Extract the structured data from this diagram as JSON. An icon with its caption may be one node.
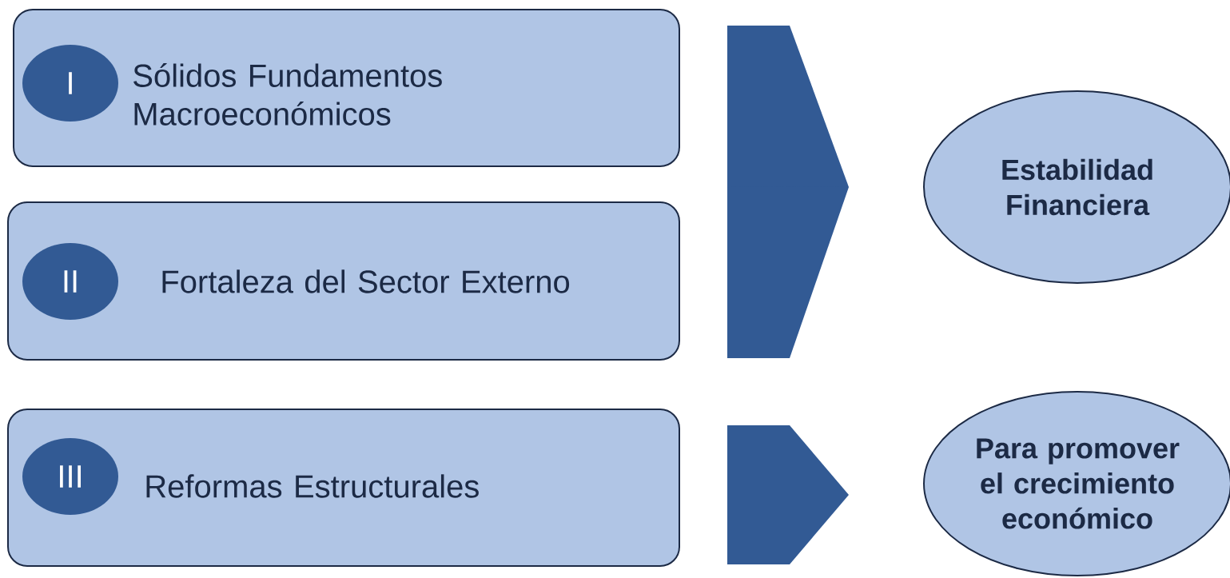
{
  "diagram": {
    "nodes": [
      {
        "text": [
          "Sólidos Fundamentos Macroeconómicos"
        ]
      },
      {
        "text": [
          "I"
        ],
        "in": 0
      },
      {
        "text": [
          "Fortaleza del Sector Externo"
        ]
      },
      {
        "text": [
          "II"
        ],
        "in": 2
      },
      {
        "text": [
          "Reformas Estructurales"
        ]
      },
      {
        "text": [
          "III"
        ],
        "in": 4
      },
      {
        "text": [
          "Estabilidad Financiera"
        ]
      },
      {
        "text": [
          "Para promover el crecimiento económico"
        ]
      }
    ],
    "edges": [
      {
        "from": 0,
        "to": 6,
        "arrow": "to"
      },
      {
        "from": 2,
        "to": 6,
        "arrow": "to"
      },
      {
        "from": 4,
        "to": 7,
        "arrow": "to"
      }
    ]
  }
}
